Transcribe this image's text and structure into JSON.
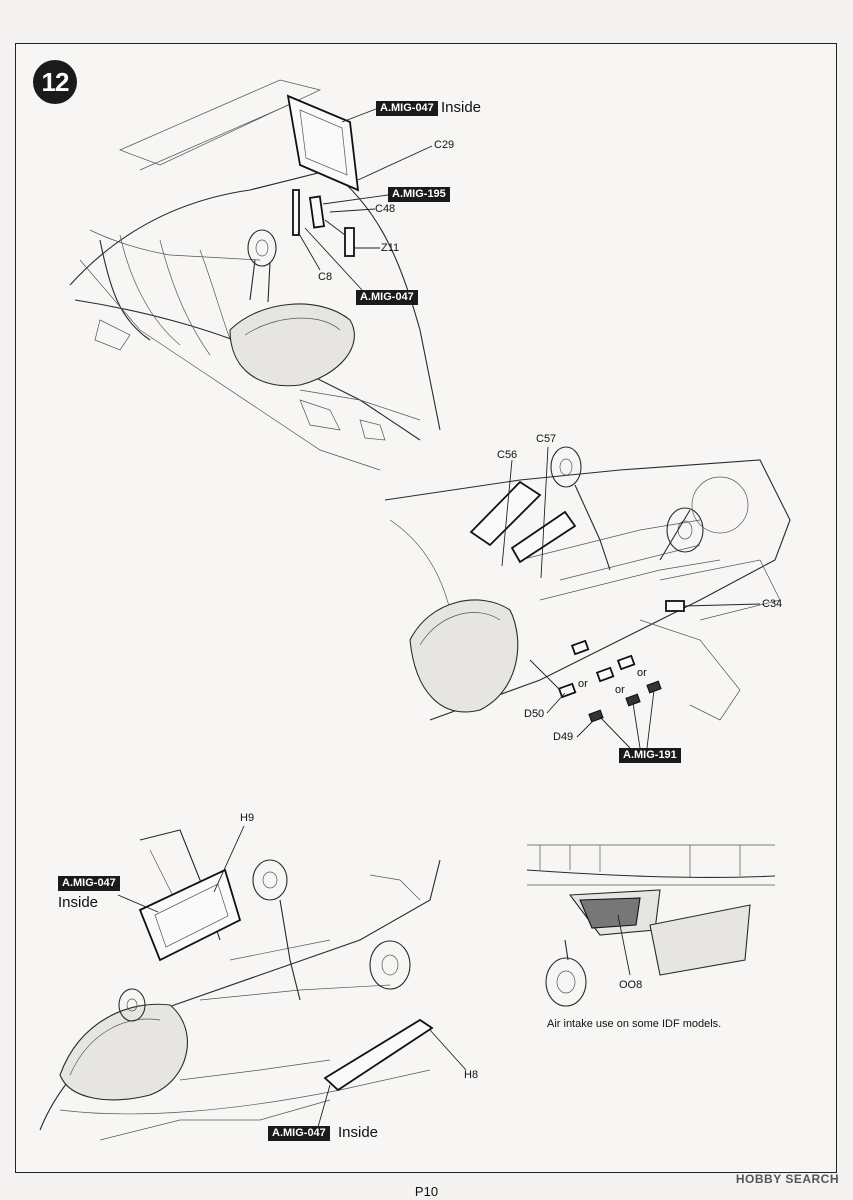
{
  "step_number": "12",
  "callouts": {
    "a": {
      "paint": "A.MIG-047",
      "note": "Inside"
    },
    "b": {
      "paint": "A.MIG-195"
    },
    "c": {
      "paint": "A.MIG-047"
    },
    "d": {
      "paint": "A.MIG-191"
    },
    "e": {
      "paint": "A.MIG-047",
      "note": "Inside"
    },
    "f": {
      "paint": "A.MIG-047",
      "note": "Inside"
    }
  },
  "parts": {
    "c29": "C29",
    "c48": "C48",
    "z11": "Z11",
    "c8": "C8",
    "c56": "C56",
    "c57": "C57",
    "c34": "C34",
    "d50": "D50",
    "d49": "D49",
    "h9": "H9",
    "h8": "H8",
    "oo8": "OO8"
  },
  "or_labels": [
    "or",
    "or",
    "or"
  ],
  "caption": "Air intake use on some IDF models.",
  "page_number": "P10",
  "watermark": "HOBBY SEARCH",
  "icons": [
    "aircraft-top-view-illustration",
    "aircraft-gear-bay-illustration",
    "aircraft-underside-illustration",
    "air-intake-inset-illustration"
  ]
}
